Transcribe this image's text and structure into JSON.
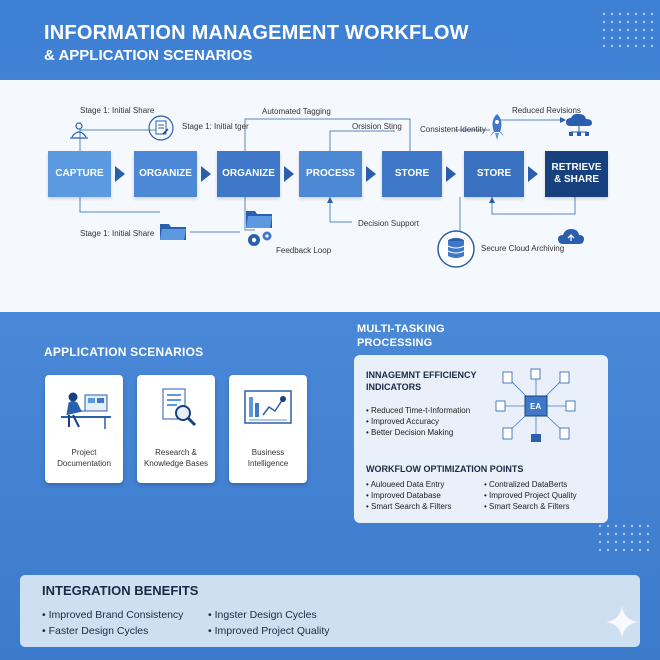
{
  "header": {
    "title": "INFORMATION MANAGEMENT WORKFLOW",
    "subtitle": "& APPLICATION SCENARIOS"
  },
  "workflow": {
    "stages": [
      "CAPTURE",
      "ORGANIZE",
      "ORGANIZE",
      "PROCESS",
      "STORE",
      "STORE",
      "RETRIEVE\n& SHARE"
    ],
    "notes": {
      "stage1_share_top": "Stage 1: Initial Share",
      "stage1_trigger": "Stage 1: Initial tger",
      "automated_tagging": "Automated Tagging",
      "version_sting": "Orsision Sting",
      "consistent_identity": "Consistent Identity",
      "reduced_revisions": "Reduced Revisions",
      "stage1_share_bottom": "Stage 1: Initial Share",
      "decision_support": "Decision Support",
      "feedback_loop": "Feedback Loop",
      "secure_archiving": "Secure Cloud Archiving"
    }
  },
  "scenarios": {
    "title": "APPLICATION SCENARIOS",
    "cards": [
      {
        "label": "Project\nDocumentation"
      },
      {
        "label": "Research &\nKnowledge Bases"
      },
      {
        "label": "Business\nIntelligence"
      }
    ]
  },
  "multitasking": {
    "title_line1": "MULTI-TASKING",
    "title_line2": "PROCESSING",
    "efficiency_title_line1": "INNAGEMNT EFFICIENCY",
    "efficiency_title_line2": "INDICATORS",
    "efficiency_items": [
      "Reduced Time-t-Information",
      "Improved Accuracy",
      "Better Decision Making"
    ],
    "hub_label": "EA",
    "optimization_title": "WORKFLOW OPTIMIZATION POINTS",
    "optimization_left": [
      "Auloueed Data Entry",
      "Improved Database",
      "Smart Search & Filters"
    ],
    "optimization_right": [
      "Contralized DataBerts",
      "Improved Project Quality",
      "Smart Search & Filters"
    ]
  },
  "integration": {
    "title": "INTEGRATION BENEFITS",
    "items_left": [
      "Improved Brand Consistency",
      "Faster Design Cycles"
    ],
    "items_right": [
      "Ingster Design Cycles",
      "Improved Project Quality"
    ]
  },
  "colors": {
    "background": "#3f7fd0",
    "stage_light": "#5b9ae0",
    "stage_mid": "#3f78c8",
    "stage_dark": "#2a5fae",
    "stage_darkest": "#17407f",
    "panel": "#f5f8fc"
  },
  "icons": [
    "people-icon",
    "document-edit-icon",
    "rocket-icon",
    "cloud-network-icon",
    "folder-icon",
    "gears-icon",
    "database-icon",
    "cloud-icon",
    "worker-desk-icon",
    "document-search-icon",
    "dashboard-icon",
    "hub-network-icon",
    "sparkle-icon"
  ]
}
